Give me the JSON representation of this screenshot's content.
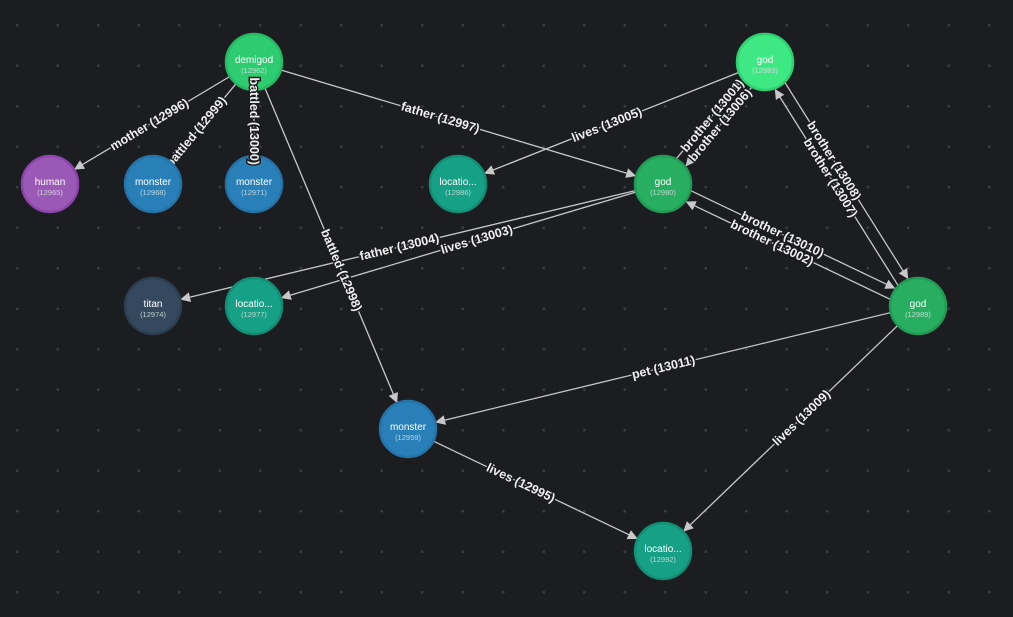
{
  "colors": {
    "background": "#1c1d21",
    "edge": "#c8c8c8",
    "demigod": "#2ecc71",
    "god": "#27ae60",
    "human": "#9b59b6",
    "monster": "#2980b9",
    "location": "#16a085",
    "titan": "#34495e"
  },
  "nodes": [
    {
      "id": "12962",
      "label": "demigod",
      "id_text": "(12962)",
      "type": "demigod"
    },
    {
      "id": "12983",
      "label": "god",
      "id_text": "(12983)",
      "type": "god-light"
    },
    {
      "id": "12965",
      "label": "human",
      "id_text": "(12965)",
      "type": "human"
    },
    {
      "id": "12968",
      "label": "monster",
      "id_text": "(12968)",
      "type": "monster"
    },
    {
      "id": "12971",
      "label": "monster",
      "id_text": "(12971)",
      "type": "monster"
    },
    {
      "id": "12986",
      "label": "locatio...",
      "id_text": "(12986)",
      "type": "location"
    },
    {
      "id": "12980",
      "label": "god",
      "id_text": "(12980)",
      "type": "god"
    },
    {
      "id": "12974",
      "label": "titan",
      "id_text": "(12974)",
      "type": "titan"
    },
    {
      "id": "12977",
      "label": "locatio...",
      "id_text": "(12977)",
      "type": "location"
    },
    {
      "id": "12989",
      "label": "god",
      "id_text": "(12989)",
      "type": "god"
    },
    {
      "id": "12959",
      "label": "monster",
      "id_text": "(12959)",
      "type": "monster"
    },
    {
      "id": "12992",
      "label": "locatio...",
      "id_text": "(12992)",
      "type": "location"
    }
  ],
  "edges": [
    {
      "id": "12996",
      "label": "mother (12996)",
      "source": "12962",
      "target": "12965"
    },
    {
      "id": "12999",
      "label": "battled (12999)",
      "source": "12962",
      "target": "12968"
    },
    {
      "id": "13000",
      "label": "battled (13000)",
      "source": "12962",
      "target": "12971"
    },
    {
      "id": "12997",
      "label": "father (12997)",
      "source": "12962",
      "target": "12980"
    },
    {
      "id": "12998",
      "label": "battled (12998)",
      "source": "12962",
      "target": "12959"
    },
    {
      "id": "13005",
      "label": "lives (13005)",
      "source": "12983",
      "target": "12986"
    },
    {
      "id": "13006",
      "label": "brother (13006)",
      "source": "12983",
      "target": "12980"
    },
    {
      "id": "13001",
      "label": "brother (13001)",
      "source": "12980",
      "target": "12983"
    },
    {
      "id": "13008",
      "label": "brother (13008)",
      "source": "12983",
      "target": "12989"
    },
    {
      "id": "13007",
      "label": "brother (13007)",
      "source": "12989",
      "target": "12983"
    },
    {
      "id": "13004",
      "label": "father (13004)",
      "source": "12980",
      "target": "12974"
    },
    {
      "id": "13003",
      "label": "lives (13003)",
      "source": "12980",
      "target": "12977"
    },
    {
      "id": "13010",
      "label": "brother (13010)",
      "source": "12980",
      "target": "12989"
    },
    {
      "id": "13002",
      "label": "brother (13002)",
      "source": "12989",
      "target": "12980"
    },
    {
      "id": "13011",
      "label": "pet (13011)",
      "source": "12989",
      "target": "12959"
    },
    {
      "id": "13009",
      "label": "lives (13009)",
      "source": "12989",
      "target": "12992"
    },
    {
      "id": "12995",
      "label": "lives (12995)",
      "source": "12959",
      "target": "12992"
    }
  ]
}
